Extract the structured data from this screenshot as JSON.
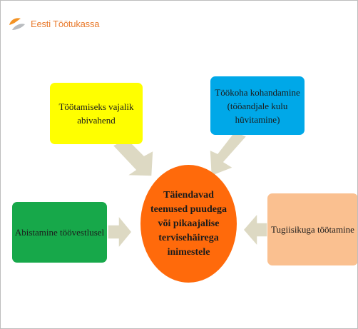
{
  "logo": {
    "text": "Eesti Töötukassa",
    "icon": "leaf-logo-icon",
    "colors": [
      "#f39223",
      "#b9bcc0"
    ]
  },
  "diagram": {
    "center": {
      "label": "Täiendavad teenused puudega või pikaajalise tervisehäirega inimestele",
      "color": "#ff6a0b"
    },
    "nodes": [
      {
        "id": "top-left",
        "label": "Töötamiseks vajalik abivahend",
        "color": "#ffff00"
      },
      {
        "id": "top-right",
        "label": "Töökoha kohandamine (tööandjale kulu hüvitamine)",
        "color": "#00a8e8"
      },
      {
        "id": "left",
        "label": "Abistamine töövestlusel",
        "color": "#17a84a"
      },
      {
        "id": "right",
        "label": "Tugiisikuga töötamine",
        "color": "#fac090"
      }
    ],
    "arrow_color": "#ddd9c3"
  }
}
